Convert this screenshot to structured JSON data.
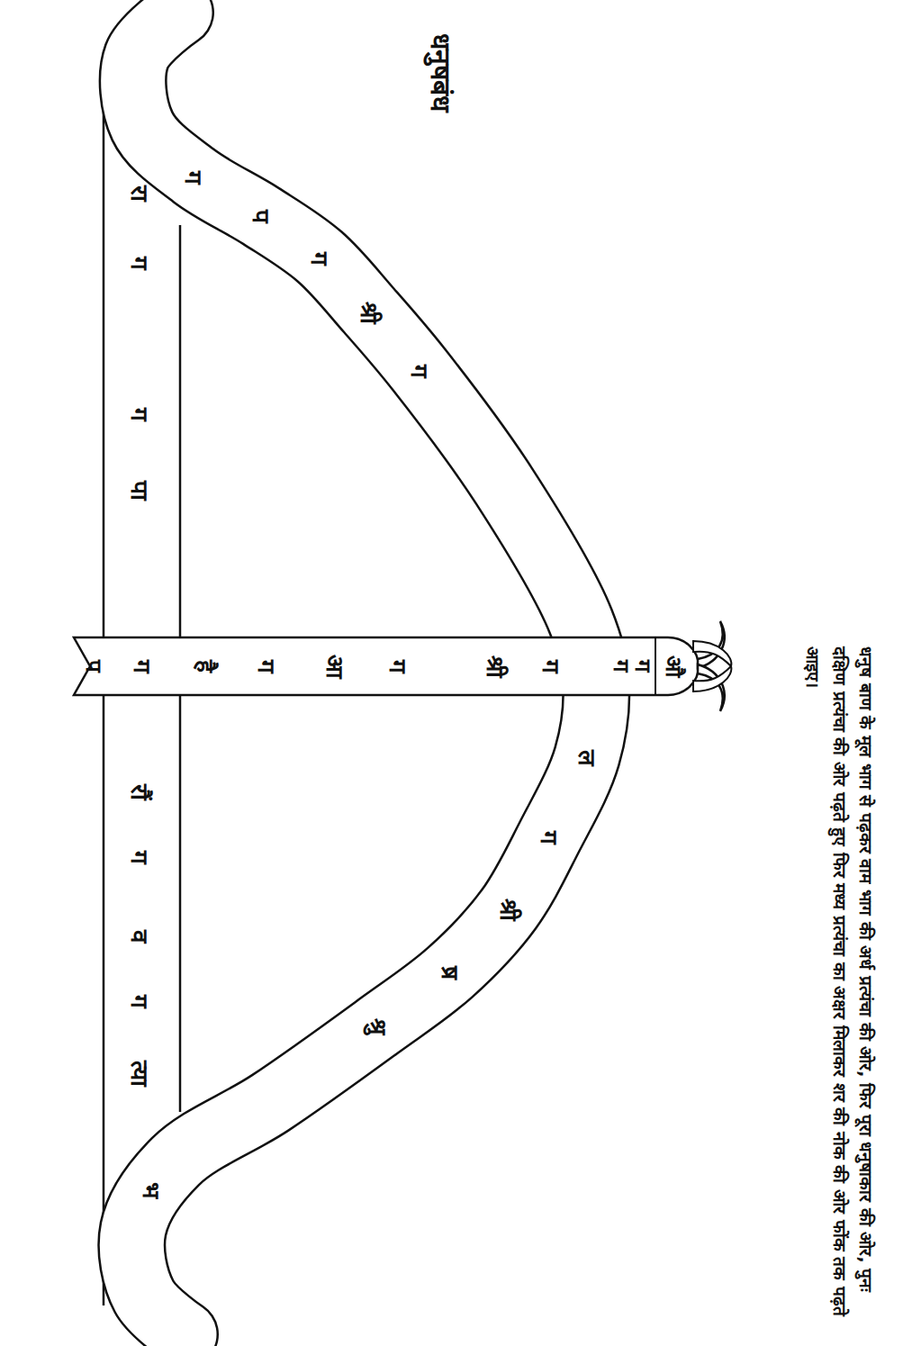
{
  "diagram": {
    "title": "धनुषबंध",
    "labels": [
      "धनुष बाण के मूल भाग से पढ़कर वाम भाग की अर्ध प्रत्यंचा की ओर, फिर पूरा धनुषाकार की ओर, पुनः दक्षिण प्रत्यंचा की ओर पढ़ते हुए फिर मध्य प्रत्यंचा का अक्षर मिलाकर शर की नोक की ओर फोंक तक पढ़ते आइए।",
      "रा",
      "ग",
      "ग",
      "पा",
      "रौं",
      "ग",
      "व",
      "ग",
      "त्या",
      "प",
      "ग",
      "है",
      "ग",
      "आ",
      "ग",
      "श्री",
      "ग",
      "ग",
      "ग",
      "औ",
      "ग",
      "प",
      "ग",
      "श्री",
      "ग",
      "ल",
      "ग",
      "श्री",
      "ष्र",
      "श्रु",
      "भ"
    ]
  }
}
